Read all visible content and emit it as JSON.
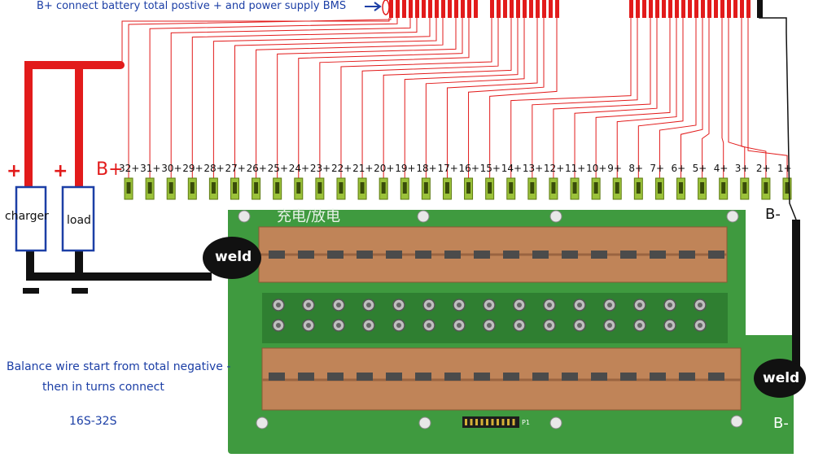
{
  "header": {
    "note": "B+ connect battery total postive + and power supply BMS"
  },
  "terminals": {
    "charger_plus": "+",
    "load_plus": "+",
    "b_plus": "B+",
    "b_minus_right": "B-",
    "b_minus_board": "B-",
    "charger_label": "charger",
    "load_label": "load",
    "weld_left": "weld",
    "weld_right": "weld"
  },
  "cells": [
    "32+",
    "31+",
    "30+",
    "29+",
    "28+",
    "27+",
    "26+",
    "25+",
    "24+",
    "23+",
    "22+",
    "21+",
    "20+",
    "19+",
    "18+",
    "17+",
    "16+",
    "15+",
    "14+",
    "13+",
    "12+",
    "11+",
    "10+",
    "9+",
    "8+",
    "7+",
    "6+",
    "5+",
    "4+",
    "3+",
    "2+",
    "1+"
  ],
  "notes": {
    "line1": "Balance wire start from total negative -",
    "line2": "then in turns connect",
    "range": "16S-32S"
  },
  "board": {
    "silk_top": "充电/放电",
    "connector": "P1"
  },
  "colors": {
    "wire_red": "#e21b1b",
    "wire_black": "#111111",
    "pcb_green": "#3f9a3f",
    "copper": "#c08458",
    "note_blue": "#1c3fa6"
  }
}
